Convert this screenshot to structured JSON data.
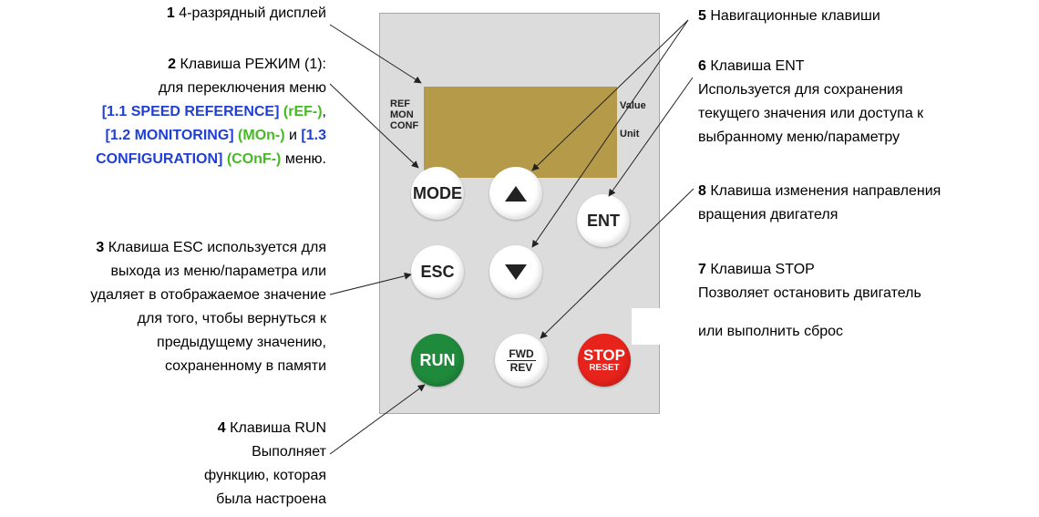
{
  "callouts": {
    "c1": {
      "num": "1",
      "text": "4-разрядный дисплей"
    },
    "c2": {
      "num": "2",
      "line1": "Клавиша РЕЖИМ (1):",
      "line2": "для переключения меню",
      "speed_ref": "[1.1 SPEED REFERENCE]",
      "speed_code": "(rEF-)",
      "comma": ",",
      "monitoring": "[1.2 MONITORING]",
      "mon_code": "(MOn-)",
      "and": "и",
      "config_a": "[1.3",
      "config_b": "CONFIGURATION]",
      "conf_code": "(COnF-)",
      "menu_word": "меню."
    },
    "c3": {
      "num": "3",
      "line1": "Клавиша ESC используется для",
      "line2": "выхода из меню/параметра или",
      "line3": "удаляет в отображаемое значение",
      "line4": "для того, чтобы вернуться к",
      "line5": "предыдущему значению,",
      "line6": "сохраненному в памяти"
    },
    "c4": {
      "num": "4",
      "line1": "Клавиша RUN",
      "line2": "Выполняет",
      "line3": "функцию, которая",
      "line4": "была настроена"
    },
    "c5": {
      "num": "5",
      "text": "Навигационные клавиши"
    },
    "c6": {
      "num": "6",
      "title": "Клавиша ENT",
      "line1": "Используется для сохранения",
      "line2": "текущего значения или доступа к",
      "line3": "выбранному меню/параметру"
    },
    "c7": {
      "num": "7",
      "title": "Клавиша STOP",
      "line1": "Позволяет остановить двигатель",
      "line2": "или выполнить сброс"
    },
    "c8": {
      "num": "8",
      "line1": "Клавиша изменения направления",
      "line2": "вращения двигателя"
    }
  },
  "panel": {
    "left_labels": [
      "REF",
      "MON",
      "CONF"
    ],
    "right_labels": [
      "Value",
      "Unit"
    ],
    "keys": {
      "mode": "MODE",
      "esc": "ESC",
      "ent": "ENT",
      "run": "RUN",
      "fwd": "FWD",
      "rev": "REV",
      "stop": "STOP",
      "reset": "RESET"
    }
  },
  "colors": {
    "display": "#b59a4a",
    "run": "#1f8a3c",
    "stop": "#e8231c",
    "highlight_blue": "#1f3fd6",
    "highlight_green": "#44bb22"
  }
}
